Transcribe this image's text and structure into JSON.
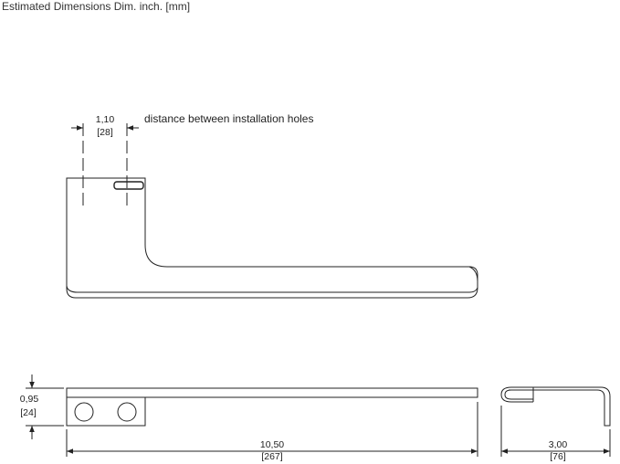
{
  "heading": "Estimated Dimensions Dim. inch. [mm]",
  "hole_spacing": {
    "inch": "1,10",
    "mm": "[28]",
    "note": "distance between installation holes"
  },
  "thickness": {
    "inch": "0,95",
    "mm": "[24]"
  },
  "length": {
    "inch": "10,50",
    "mm": "[267]"
  },
  "projection": {
    "inch": "3,00",
    "mm": "[76]"
  }
}
